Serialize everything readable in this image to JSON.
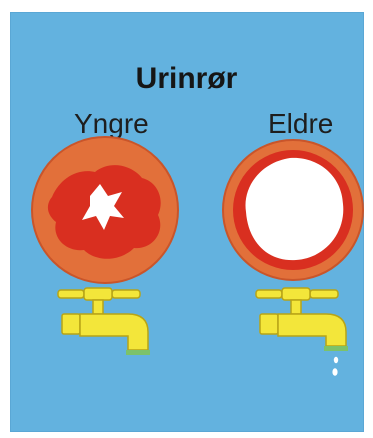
{
  "title": "Urinrør",
  "columns": [
    {
      "label": "Yngre",
      "icon": "narrow-urethra-cross-section-icon"
    },
    {
      "label": "Eldre",
      "icon": "wide-urethra-cross-section-icon"
    }
  ],
  "colors": {
    "background": "#63b2df",
    "outer_ring": "#e2703a",
    "tissue": "#d92f20",
    "lumen": "#ffffff",
    "faucet": "#f3e63a",
    "faucet_outline": "#b8a416",
    "drip": "#ffffff"
  }
}
